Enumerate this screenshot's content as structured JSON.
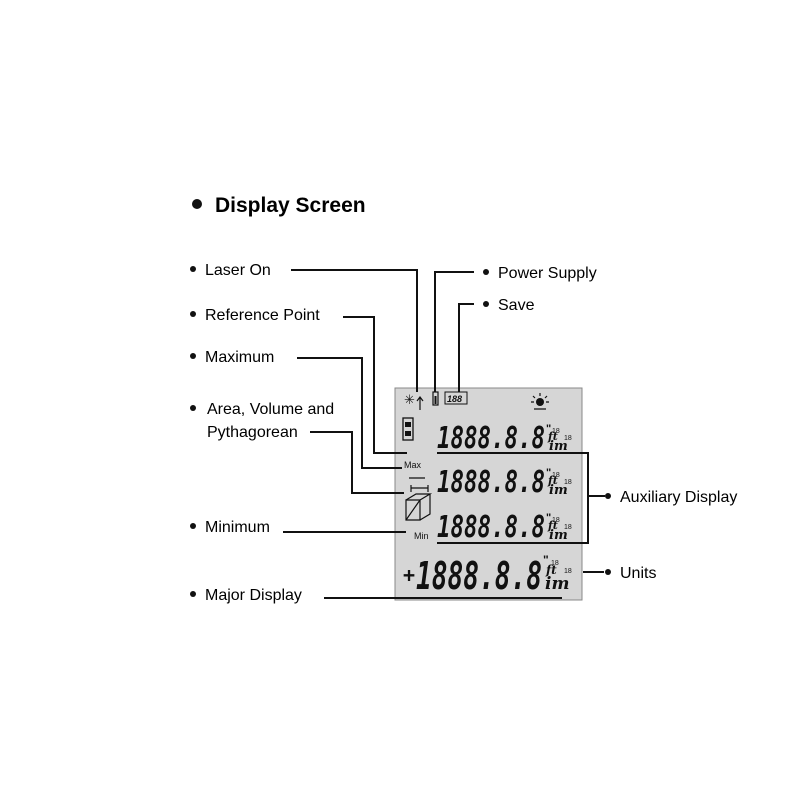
{
  "title": "Display Screen",
  "labels": {
    "laser_on": "Laser On",
    "reference_point": "Reference Point",
    "maximum": "Maximum",
    "area_line1": "Area, Volume and",
    "area_line2": "Pythagorean",
    "minimum": "Minimum",
    "major_display": "Major Display",
    "power_supply": "Power Supply",
    "save": "Save",
    "auxiliary_display": "Auxiliary Display",
    "units": "Units"
  },
  "lcd": {
    "digits": "188888",
    "digit_text": "1888.8.8",
    "major_sign": "+",
    "save_indicator": "188",
    "max": "Max",
    "min": "Min",
    "unit_ft": "ft",
    "unit_m": "m",
    "unit_small": "18",
    "colors": {
      "background": "#d6d6d6",
      "segments": "#111111"
    }
  }
}
